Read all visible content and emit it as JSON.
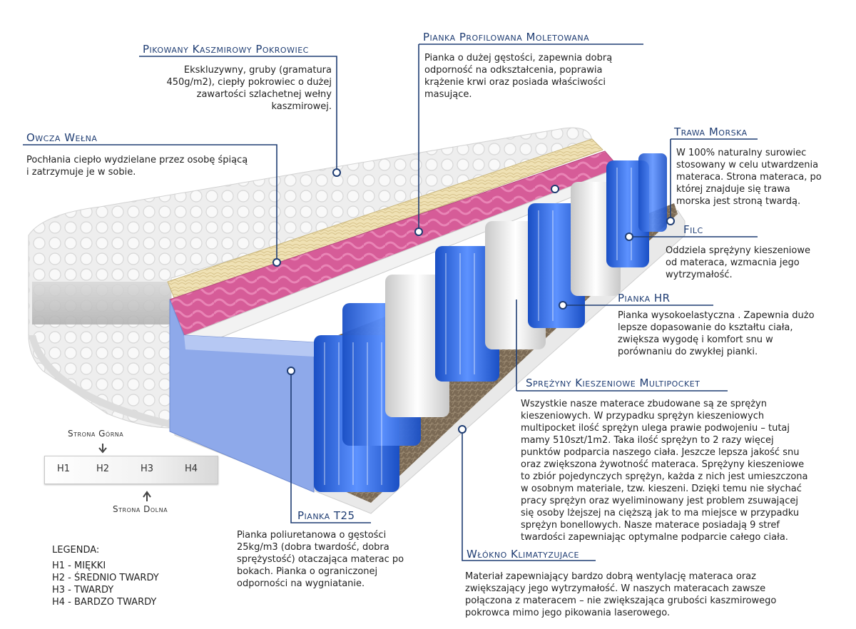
{
  "layers": {
    "pokrowiec": {
      "title": "Pikowany Kaszmirowy Pokrowiec",
      "lines": [
        "Ekskluzywny, gruby (gramatura",
        "450g/m2), ciepły pokrowiec o dużej",
        "zawartości szlachetnej wełny",
        "kaszmirowej."
      ]
    },
    "pianka_profilowana": {
      "title": "Pianka Profilowana Moletowana",
      "lines": [
        "Pianka o dużej gęstości, zapewnia dobrą",
        "odporność na odkształcenia, poprawia",
        "krążenie krwi oraz posiada właściwości",
        "masujące."
      ]
    },
    "owcza_welna": {
      "title": "Owcza Wełna",
      "lines": [
        "Pochłania ciepło wydzielane przez osobę śpiącą",
        "i zatrzymuje je w sobie."
      ]
    },
    "trawa_morska": {
      "title": "Trawa Morska",
      "lines": [
        "W 100% naturalny surowiec",
        "stosowany w celu utwardzenia",
        "materaca. Strona materaca, po",
        "której znajduje się trawa",
        "morska jest stroną twardą."
      ]
    },
    "filc": {
      "title": "Filc",
      "lines": [
        "Oddziela sprężyny kieszeniowe",
        "od materaca, wzmacnia jego",
        "wytrzymałość."
      ]
    },
    "pianka_hr": {
      "title": "Pianka HR",
      "lines": [
        "Pianka wysokoelastyczna . Zapewnia dużo",
        "lepsze dopasowanie do kształtu ciała,",
        "zwiększa wygodę i komfort snu w",
        "porównaniu do zwykłej pianki."
      ]
    },
    "sprezyny": {
      "title": "Sprężyny Kieszeniowe  Multipocket",
      "lines": [
        "Wszystkie nasze materace zbudowane są ze sprężyn",
        "kieszeniowych. W przypadku sprężyn kieszeniowych",
        "multipocket ilość sprężyn ulega prawie podwojeniu – tutaj",
        "mamy 510szt/1m2. Taka ilość sprężyn to 2 razy więcej",
        "punktów podparcia naszego ciała. Jeszcze lepsza jakość snu",
        "oraz zwiększona żywotność materaca. Sprężyny kieszeniowe",
        "to zbiór pojedynczych sprężyn, każda z nich jest umieszczona",
        "w osobnym materiale, tzw. kieszeni. Dzięki temu nie słychać",
        "pracy sprężyn oraz wyeliminowany jest problem zsuwającej",
        "się osoby lżejszej na cięższą jak to ma miejsce w przypadku",
        "sprężyn bonellowych. Nasze materace posiadają 9 stref",
        "twardości zapewniając optymalne podparcie całego ciała."
      ]
    },
    "pianka_t25": {
      "title": "Pianka T25",
      "lines": [
        "Pianka poliuretanowa o gęstości",
        "25kg/m3 (dobra twardość, dobra",
        "sprężystość) otaczająca materac po",
        "bokach. Pianka o ograniczonej",
        "odporności na wygniatanie."
      ]
    },
    "wlokno": {
      "title": "Włókno Klimatyzujace",
      "lines": [
        "Materiał zapewniający bardzo dobrą wentylację materaca oraz",
        "zwiększający jego wytrzymałość. W naszych materacach zawsze",
        "połączona z materacem – nie zwiększająca grubości kaszmirowego",
        "pokrowca mimo jego pikowania laserowego."
      ]
    }
  },
  "hardness_scale": {
    "top_label": "Strona Górna",
    "bottom_label": "Strona Dolna",
    "levels": [
      "H1",
      "H2",
      "H3",
      "H4"
    ]
  },
  "legend": {
    "title": "LEGENDA:",
    "items": [
      "H1 - MIĘKKI",
      "H2 - ŚREDNIO TWARDY",
      "H3 - TWARDY",
      "H4 - BARDZO TWARDY"
    ]
  },
  "colors": {
    "title": "#1f3d73",
    "line": "#1f3d73",
    "foam_pink": "#d85d9b",
    "foam_blue": "#8fa8e8",
    "spring_blue": "#2a6ae0",
    "spring_white": "#f2f2f2"
  }
}
